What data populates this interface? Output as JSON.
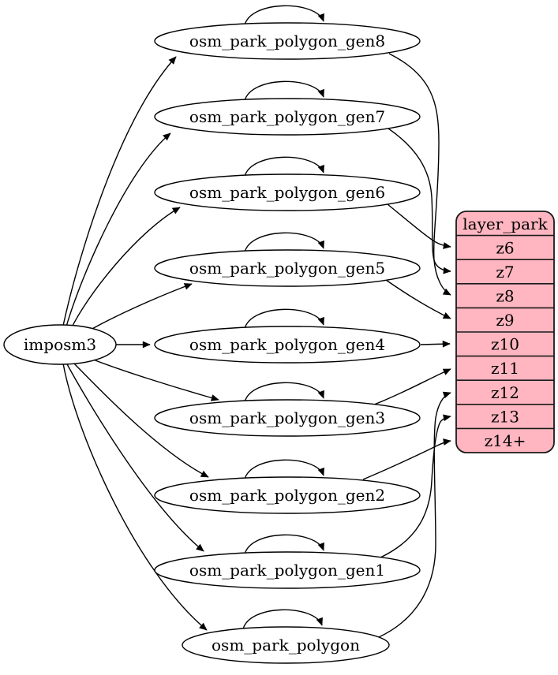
{
  "diagram": {
    "kind": "etl-dependency-graph",
    "source": {
      "label": "imposm3"
    },
    "tables": [
      {
        "label": "osm_park_polygon_gen8",
        "self_loop": true,
        "maps_to": "z8"
      },
      {
        "label": "osm_park_polygon_gen7",
        "self_loop": true,
        "maps_to": "z7"
      },
      {
        "label": "osm_park_polygon_gen6",
        "self_loop": true,
        "maps_to": "z6"
      },
      {
        "label": "osm_park_polygon_gen5",
        "self_loop": true,
        "maps_to": "z9"
      },
      {
        "label": "osm_park_polygon_gen4",
        "self_loop": true,
        "maps_to": "z10"
      },
      {
        "label": "osm_park_polygon_gen3",
        "self_loop": true,
        "maps_to": "z11"
      },
      {
        "label": "osm_park_polygon_gen2",
        "self_loop": true,
        "maps_to": "z14+"
      },
      {
        "label": "osm_park_polygon_gen1",
        "self_loop": true,
        "maps_to": "z13"
      },
      {
        "label": "osm_park_polygon",
        "self_loop": true,
        "maps_to": "z12"
      }
    ],
    "layer": {
      "title": "layer_park",
      "rows": [
        "z6",
        "z7",
        "z8",
        "z9",
        "z10",
        "z11",
        "z12",
        "z13",
        "z14+"
      ]
    },
    "colors": {
      "layer_fill": "#ffb6c1",
      "node_fill": "#ffffff",
      "stroke": "#000000",
      "background": "#ffffff"
    }
  }
}
